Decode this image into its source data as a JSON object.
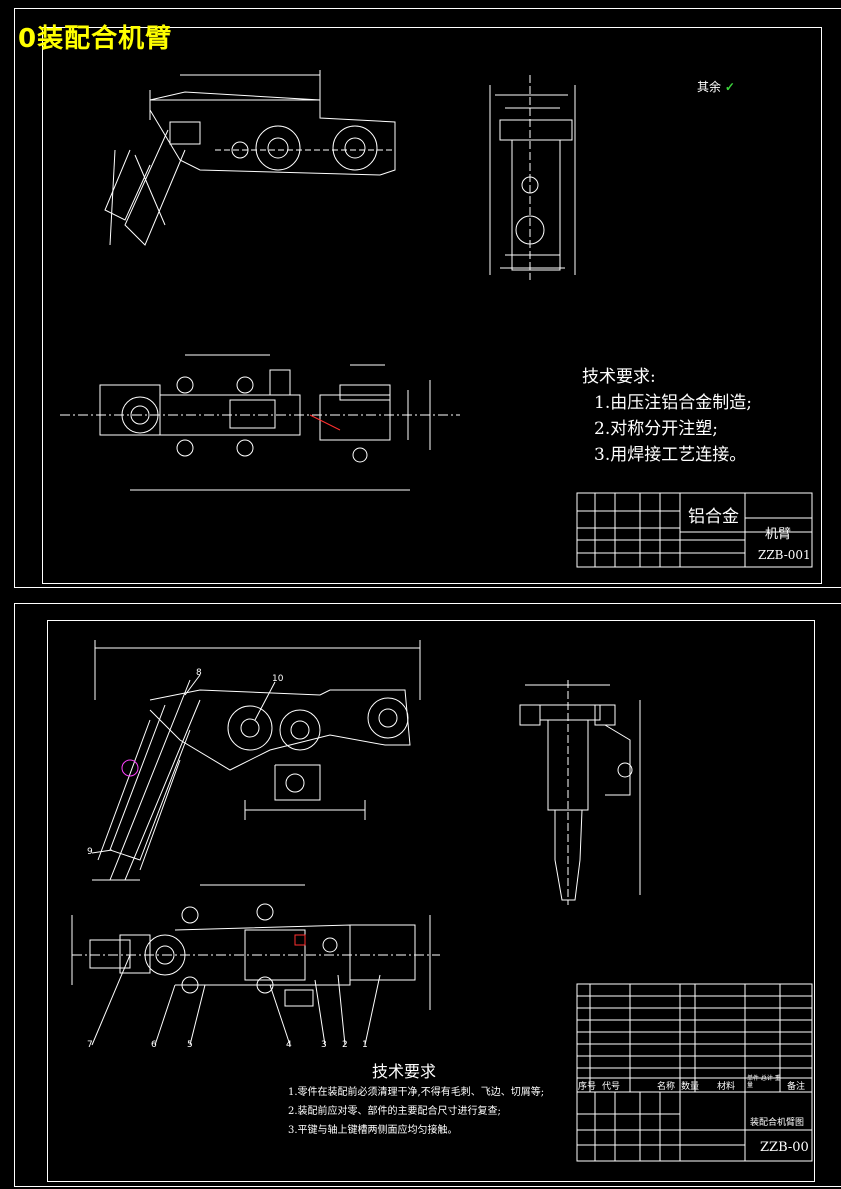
{
  "title": "0装配合机臂",
  "sheet1": {
    "surface_note": "其余",
    "surface_mark": "✓",
    "requirements_title": "技术要求:",
    "requirements": [
      "1.由压注铝合金制造;",
      "2.对称分开注塑;",
      "3.用焊接工艺连接。"
    ],
    "title_block": {
      "material": "铝合金",
      "part_name": "机臂",
      "drawing_no": "ZZB-001"
    }
  },
  "sheet2": {
    "requirements_title": "技术要求",
    "requirements": [
      "1.零件在装配前必须清理干净,不得有毛刺、飞边、切屑等;",
      "2.装配前应对零、部件的主要配合尺寸进行复查;",
      "3.平键与轴上键槽两侧面应均匀接触。"
    ],
    "bom_header": [
      "序号",
      "代号",
      "名称",
      "数量",
      "材料",
      "单件 总计 重量",
      "备注"
    ],
    "balloons": [
      "7",
      "6",
      "5",
      "4",
      "3",
      "2",
      "1",
      "8",
      "9",
      "10"
    ],
    "title_block": {
      "assembly_name": "装配合机臂图",
      "drawing_no": "ZZB-00"
    }
  },
  "colors": {
    "title": "#ffff00",
    "lines": "#ffffff",
    "accent_red": "#ff3030",
    "accent_magenta": "#ff40ff",
    "mark_green": "#3cd43c"
  }
}
